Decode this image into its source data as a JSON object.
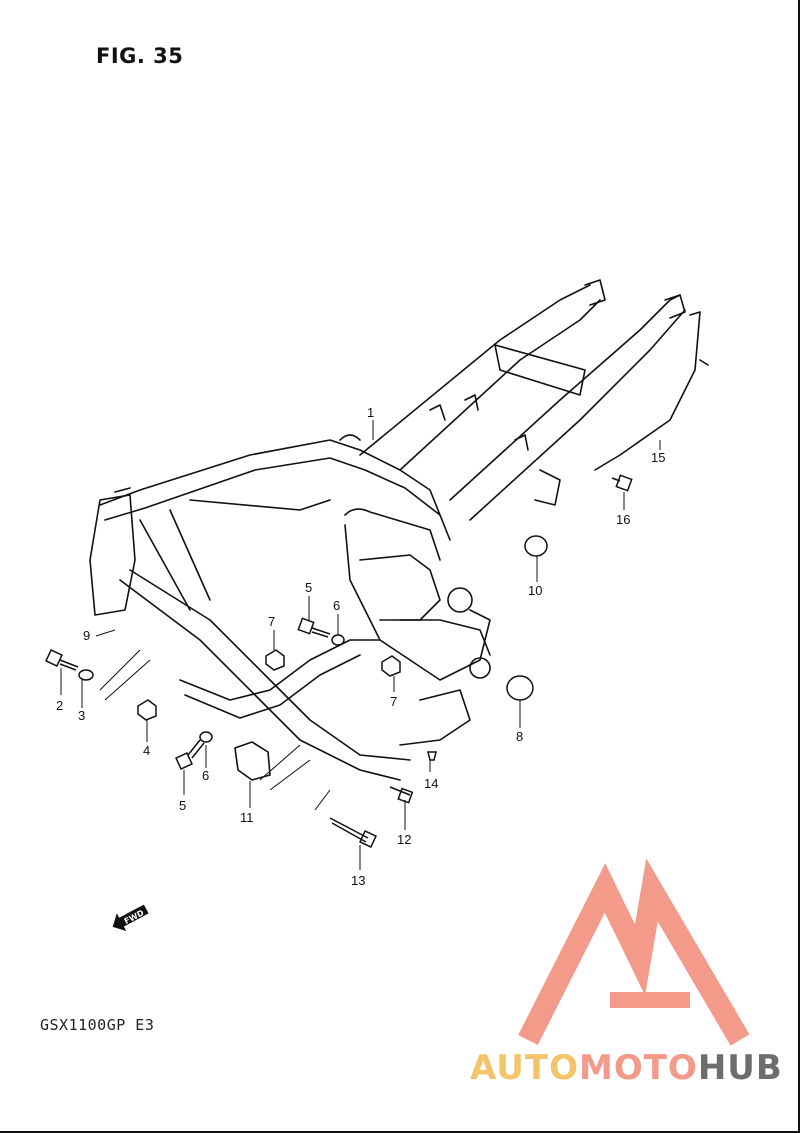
{
  "figure": {
    "title": "FIG. 35",
    "model_code": "GSX1100GP E3",
    "fwd_label": "FWD"
  },
  "callouts": [
    "1",
    "2",
    "3",
    "4",
    "5",
    "6",
    "7",
    "8",
    "9",
    "10",
    "11",
    "12",
    "13",
    "14",
    "15",
    "16",
    "5",
    "6",
    "7"
  ],
  "watermark": {
    "brand_part1": "AUTO",
    "brand_part2": "MOTO",
    "brand_part3": "HUB",
    "colors": {
      "auto": "#f3c46a",
      "moto": "#f49a8a",
      "hub": "#6d6d6d",
      "logo": "#f49a8a"
    }
  },
  "colors": {
    "line": "#111111",
    "background": "#ffffff"
  }
}
